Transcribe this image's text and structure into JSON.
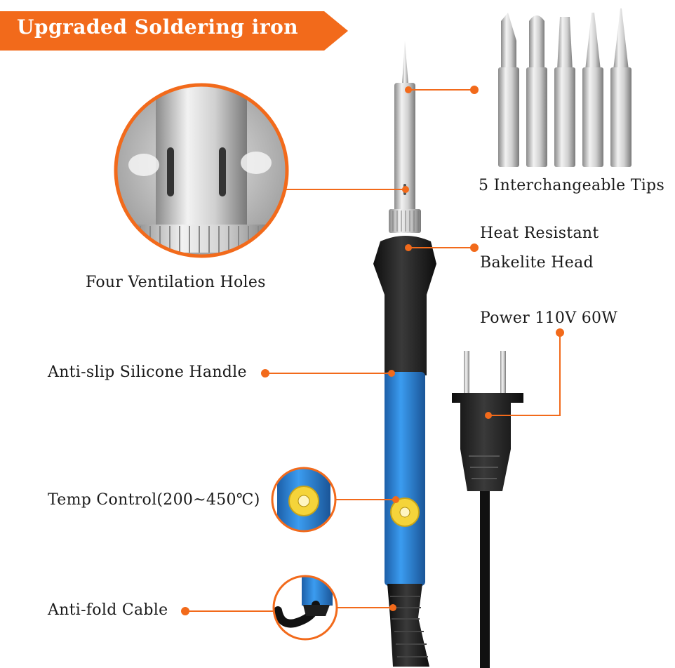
{
  "banner": {
    "title": "Upgraded Soldering iron"
  },
  "labels": {
    "tips": "5 Interchangeable Tips",
    "head_line1": "Heat Resistant",
    "head_line2": "Bakelite Head",
    "ventilation": "Four Ventilation Holes",
    "power": "Power 110V 60W",
    "handle": "Anti-slip Silicone Handle",
    "temp": "Temp Control(200~450℃)",
    "cable": "Anti-fold Cable"
  },
  "colors": {
    "accent": "#f26a1b",
    "handle_blue": "#2e86d6",
    "grip_black": "#1e1e1e",
    "steel": "#c8c8c8",
    "dial_yellow": "#f5d43a"
  }
}
